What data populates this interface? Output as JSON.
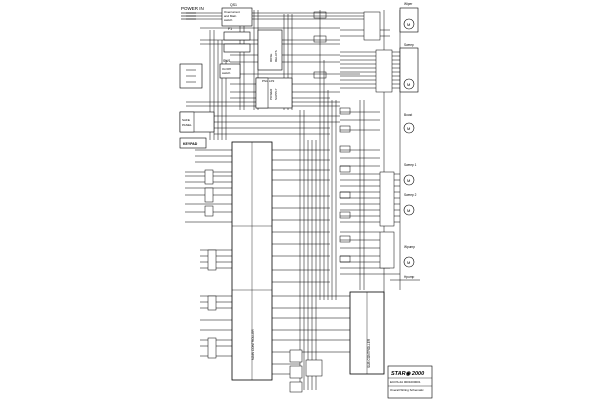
{
  "header": {
    "power_in": "POWER IN"
  },
  "blocks": {
    "qs1": {
      "ref": "QS1",
      "line1": "Overcurrent",
      "line2": "and Main",
      "line3": "switch"
    },
    "ps": {
      "ref": "F1"
    },
    "sw1": {
      "ref": "SW1",
      "line1": "On/Off",
      "line2": "switch"
    },
    "relay_block": {
      "line1": "RDSE",
      "line2": "RELAYS"
    },
    "psu": {
      "line1": "PSU LP2",
      "line2": "POWER",
      "line3": "SUPPLY"
    },
    "safe": {
      "line1": "SAFE",
      "line2": "PANEL"
    },
    "keypad": {
      "label": "KEYPAD"
    },
    "main_ctrl": {
      "line1": "MAIN CONTROLLER"
    },
    "sub_ctrl": {
      "line1": "SUB CONTROLLER"
    }
  },
  "motors": [
    {
      "label": "Wiper"
    },
    {
      "label": "Sweep"
    },
    {
      "label": "Boost"
    },
    {
      "label": "Sweep 1"
    },
    {
      "label": "Sweep 2"
    },
    {
      "label": "Wpump"
    },
    {
      "label": "Hpump"
    }
  ],
  "title_block": {
    "brand": "STAR◉ 2000",
    "doc": "ECOS-2A 0001000001",
    "title": "Overall Wiring Schematic"
  },
  "colors": {
    "line": "#000000",
    "paper": "#ffffff"
  }
}
